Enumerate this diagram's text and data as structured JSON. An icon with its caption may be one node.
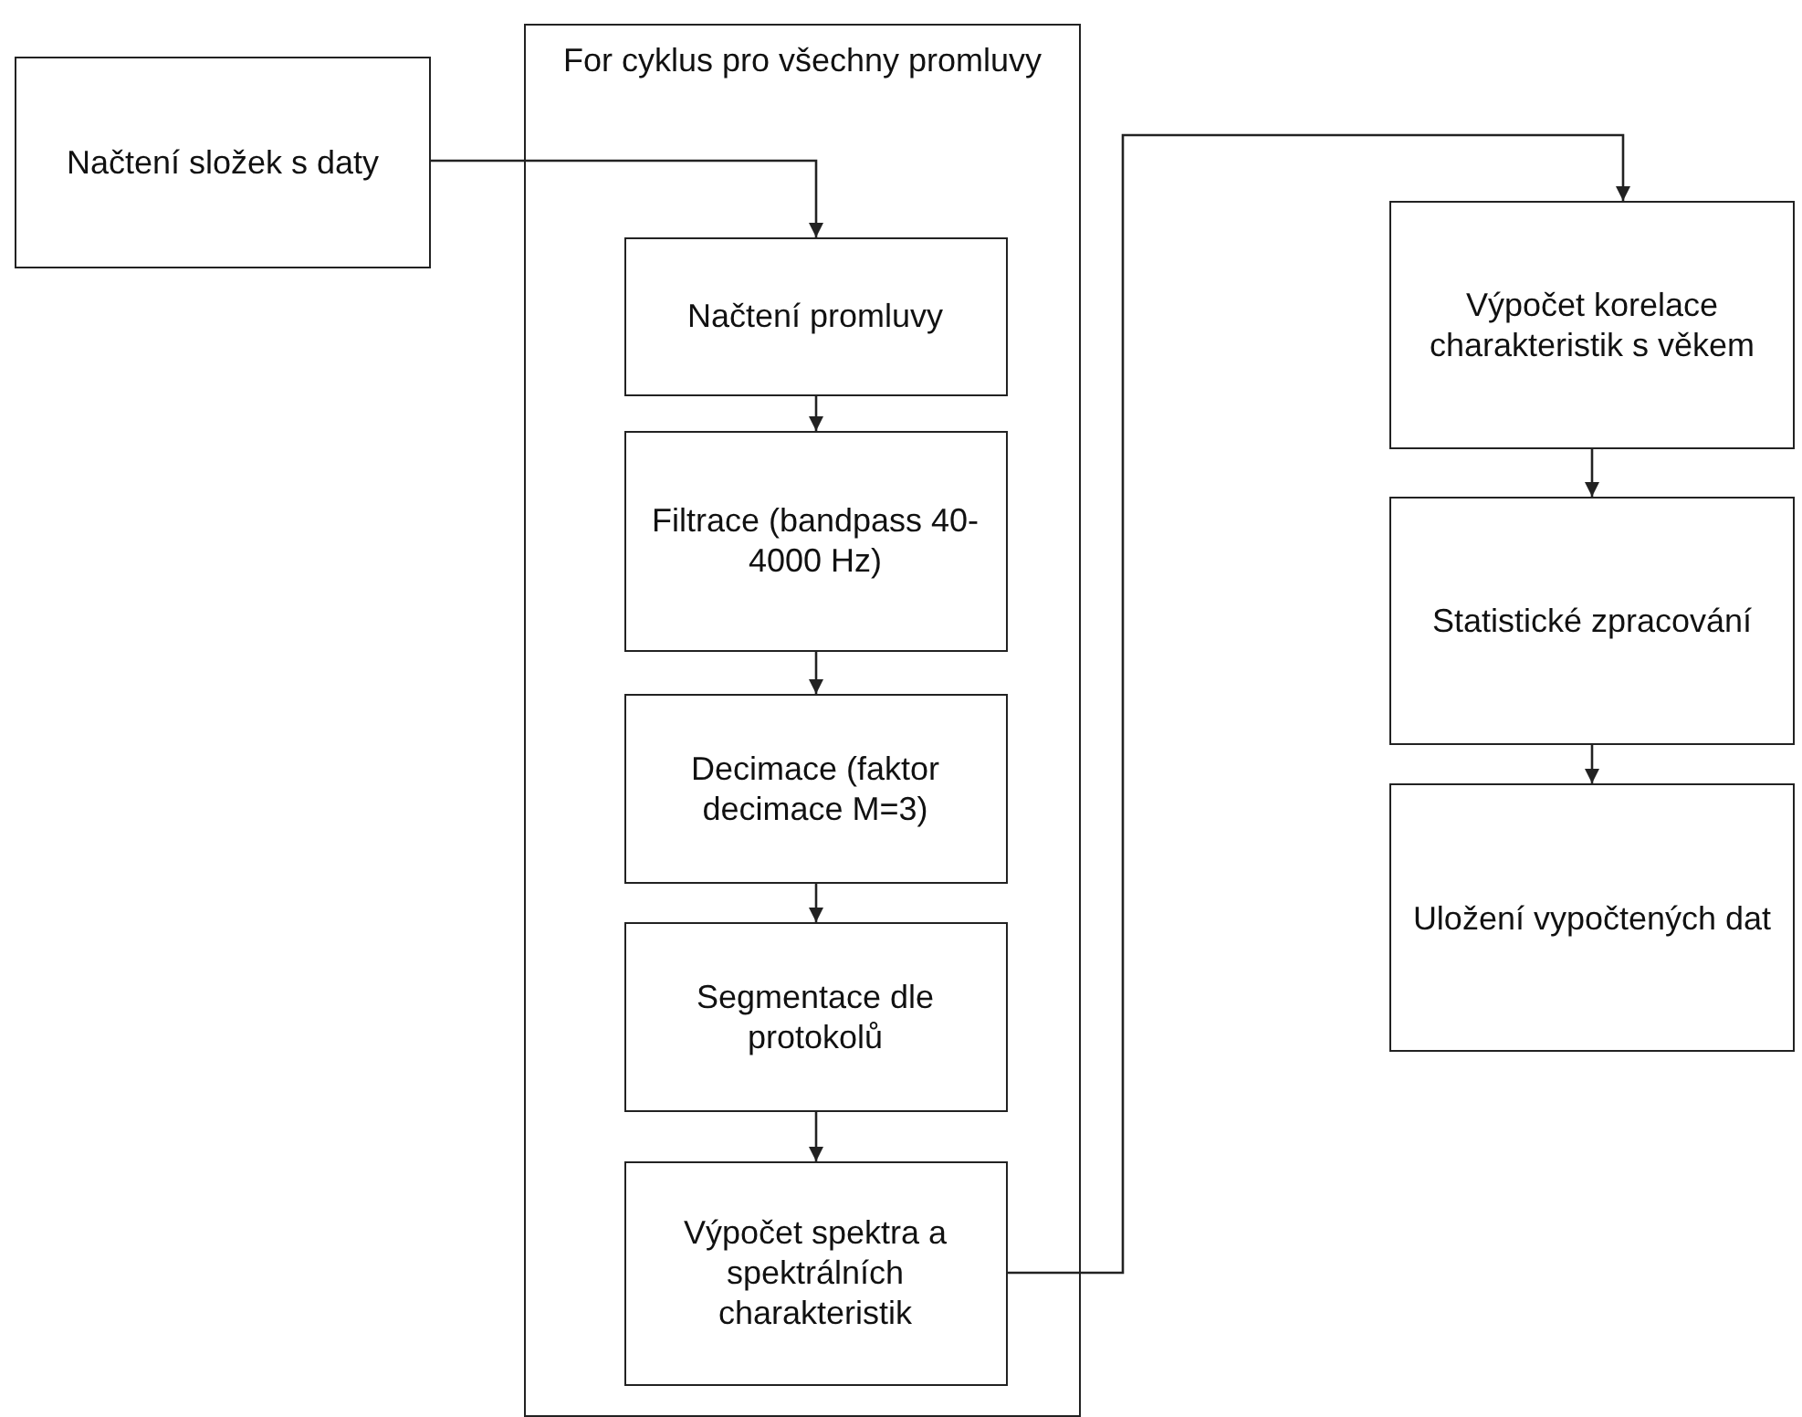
{
  "diagram": {
    "nodes": [
      {
        "text": [
          "Načtení složek s daty"
        ]
      },
      {
        "text": [
          "For cyklus pro všechny promluvy"
        ]
      },
      {
        "text": [
          "Načtení promluvy"
        ],
        "in": 1
      },
      {
        "text": [
          "Filtrace (bandpass 40-4000 Hz)"
        ],
        "in": 1
      },
      {
        "text": [
          "Decimace (faktor decimace M=3)"
        ],
        "in": 1
      },
      {
        "text": [
          "Segmentace dle protokolů"
        ],
        "in": 1
      },
      {
        "text": [
          "Výpočet spektra a spektrálních charakteristik"
        ],
        "in": 1
      },
      {
        "text": [
          "Výpočet korelace charakteristik s věkem"
        ]
      },
      {
        "text": [
          "Statistické zpracování"
        ]
      },
      {
        "text": [
          "Uložení vypočtených dat"
        ]
      }
    ],
    "edges": [
      {
        "from": 0,
        "to": 2,
        "arrow": "to"
      },
      {
        "from": 2,
        "to": 3,
        "arrow": "to"
      },
      {
        "from": 3,
        "to": 4,
        "arrow": "to"
      },
      {
        "from": 4,
        "to": 5,
        "arrow": "to"
      },
      {
        "from": 5,
        "to": 6,
        "arrow": "to"
      },
      {
        "from": 6,
        "to": 7,
        "arrow": "to"
      },
      {
        "from": 7,
        "to": 8,
        "arrow": "to"
      },
      {
        "from": 8,
        "to": 9,
        "arrow": "to"
      }
    ]
  }
}
